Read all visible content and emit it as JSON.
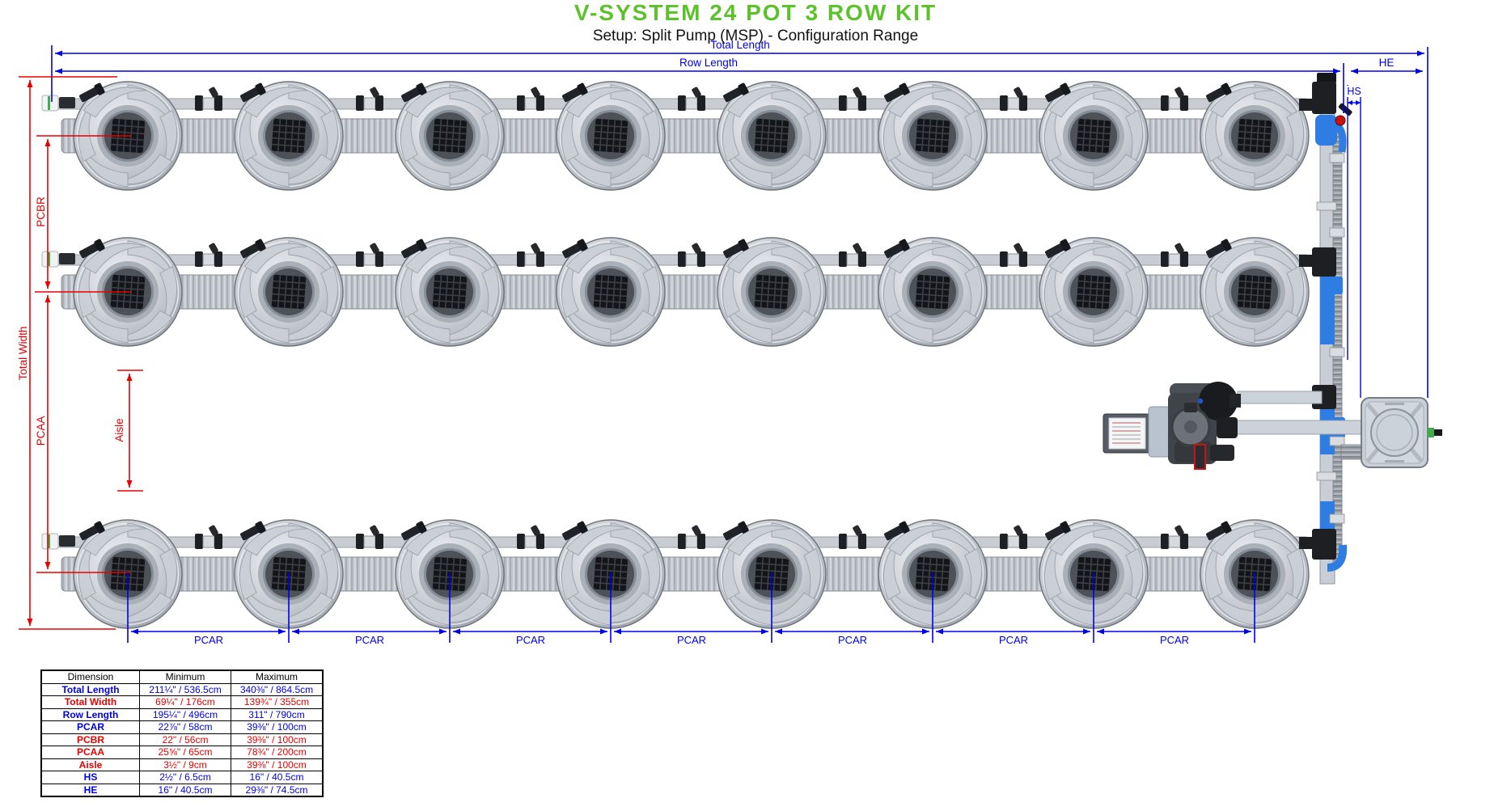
{
  "header": {
    "title": "V-SYSTEM 24 POT 3 ROW KIT",
    "subtitle": "Setup: Split Pump (MSP) - Configuration Range"
  },
  "colors": {
    "title_green": "#5cc22c",
    "dimension_blue": "#0000e8",
    "dimension_red": "#e80000"
  },
  "diagram": {
    "rows": 3,
    "pots_per_row": 8,
    "total_pots": 24,
    "labels": {
      "total_length": "Total Length",
      "row_length": "Row Length",
      "he": "HE",
      "hs": "HS",
      "total_width": "Total Width",
      "pcbr": "PCBR",
      "pcaa": "PCAA",
      "aisle": "Aisle",
      "pcar": "PCAR"
    }
  },
  "table": {
    "headers": [
      "Dimension",
      "Minimum",
      "Maximum"
    ],
    "rows": [
      {
        "name": "Total Length",
        "min": "211¼\" / 536.5cm",
        "max": "340⅜\" / 864.5cm",
        "color": "blue"
      },
      {
        "name": "Total Width",
        "min": "69¼\" / 176cm",
        "max": "139¾\" / 355cm",
        "color": "red"
      },
      {
        "name": "Row Length",
        "min": "195¼\" / 496cm",
        "max": "311\" / 790cm",
        "color": "blue"
      },
      {
        "name": "PCAR",
        "min": "22⅞\" / 58cm",
        "max": "39⅜\" / 100cm",
        "color": "blue"
      },
      {
        "name": "PCBR",
        "min": "22\" / 56cm",
        "max": "39⅜\" / 100cm",
        "color": "red"
      },
      {
        "name": "PCAA",
        "min": "25⅝\" / 65cm",
        "max": "78¾\" / 200cm",
        "color": "red"
      },
      {
        "name": "Aisle",
        "min": "3½\" / 9cm",
        "max": "39⅜\" / 100cm",
        "color": "red"
      },
      {
        "name": "HS",
        "min": "2½\" / 6.5cm",
        "max": "16\" / 40.5cm",
        "color": "blue"
      },
      {
        "name": "HE",
        "min": "16\" / 40.5cm",
        "max": "29⅜\" / 74.5cm",
        "color": "blue"
      }
    ]
  }
}
